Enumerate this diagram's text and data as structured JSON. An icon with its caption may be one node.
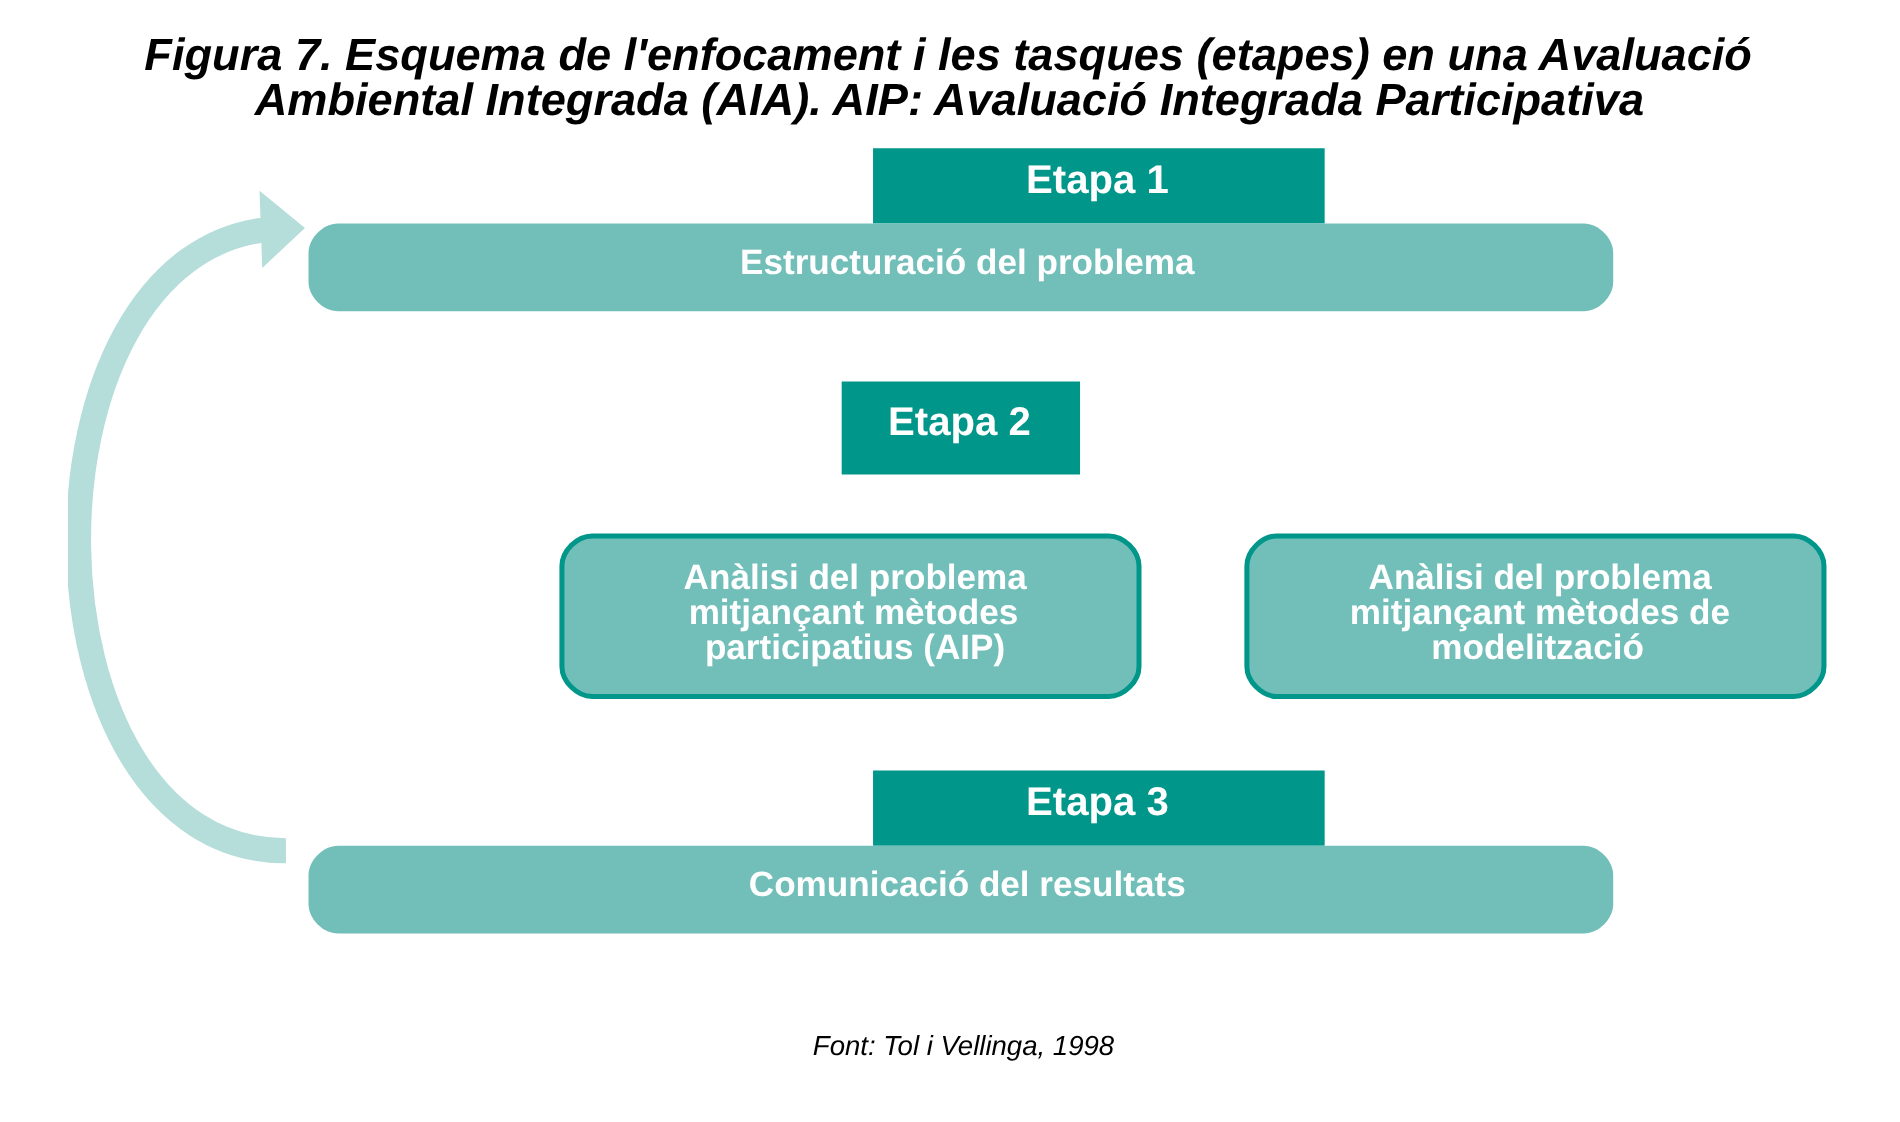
{
  "diagram": {
    "title": "Figura 7. Esquema de l'enfocament i les tasques (etapes) en una Avaluació Ambiental Integrada (AIA). AIP: Avaluació Integrada Participativa",
    "caption": "Font: Tol i Vellinga, 1998",
    "nodes": [
      {
        "text": [
          "Etapa 1",
          "Estructuració del problema"
        ]
      },
      {
        "text": [
          "Etapa 2"
        ]
      },
      {
        "text": [
          "Anàlisi del problema mitjançant mètodes participatius (AIP)"
        ]
      },
      {
        "text": [
          "Anàlisi del problema mitjançant mètodes de modelització"
        ]
      },
      {
        "text": [
          "Etapa 3",
          "Comunicació del resultats"
        ]
      }
    ],
    "edges": [
      {
        "from": 4,
        "to": 0,
        "arrow": "to"
      }
    ]
  }
}
